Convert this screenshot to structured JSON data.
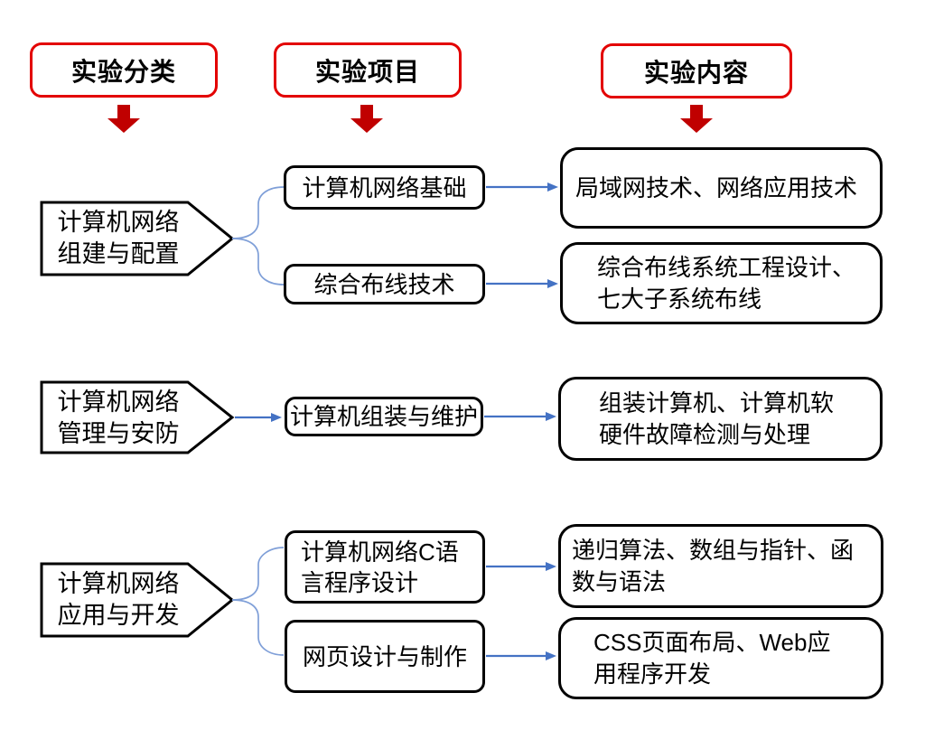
{
  "colors": {
    "header_border": "#e30000",
    "down_arrow": "#c00000",
    "connector": "#4472c4",
    "brace": "#7f9fd8",
    "box_border": "#000000"
  },
  "headers": [
    {
      "label": "实验分类"
    },
    {
      "label": "实验项目"
    },
    {
      "label": "实验内容"
    }
  ],
  "rows": [
    {
      "category": "计算机网络\n组建与配置",
      "projects": [
        "计算机网络基础",
        "综合布线技术"
      ],
      "contents": [
        "局域网技术、网络应用技术",
        "综合布线系统工程设计、\n七大子系统布线"
      ]
    },
    {
      "category": "计算机网络\n管理与安防",
      "projects": [
        "计算机组装与维护"
      ],
      "contents": [
        "组装计算机、计算机软\n硬件故障检测与处理"
      ]
    },
    {
      "category": "计算机网络\n应用与开发",
      "projects": [
        "计算机网络C语\n言程序设计",
        "网页设计与制作"
      ],
      "contents": [
        "递归算法、数组与指针、函\n数与语法",
        "CSS页面布局、Web应\n用程序开发"
      ]
    }
  ]
}
